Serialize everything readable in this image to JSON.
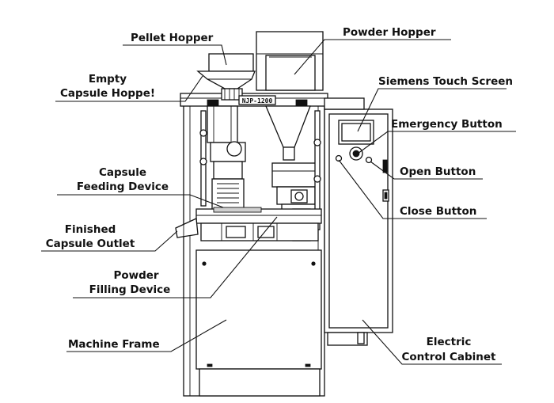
{
  "machine": {
    "model_plate": "NJP-1200"
  },
  "labels": {
    "pellet_hopper": "Pellet Hopper",
    "powder_hopper": "Powder Hopper",
    "empty_capsule_hopper_line1": "Empty",
    "empty_capsule_hopper_line2": "Capsule Hoppe!",
    "siemens_touch_screen": "Siemens Touch Screen",
    "emergency_button": "Emergency Button",
    "open_button": "Open Button",
    "close_button": "Close Button",
    "capsule_feeding_device_line1": "Capsule",
    "capsule_feeding_device_line2": "Feeding Device",
    "finished_capsule_outlet_line1": "Finished",
    "finished_capsule_outlet_line2": "Capsule Outlet",
    "powder_filling_device_line1": "Powder",
    "powder_filling_device_line2": "Filling Device",
    "machine_frame": "Machine Frame",
    "electric_control_cabinet_line1": "Electric",
    "electric_control_cabinet_line2": "Control Cabinet"
  }
}
